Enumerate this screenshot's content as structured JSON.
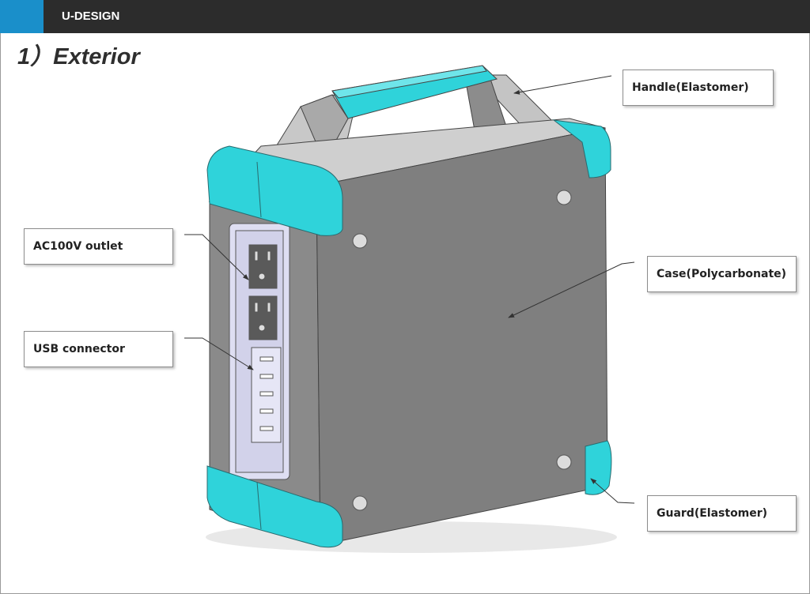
{
  "header": {
    "brand": "U-DESIGN"
  },
  "page_title": "1）Exterior",
  "callouts": {
    "handle": "Handle(Elastomer)",
    "ac_outlet": "AC100V outlet",
    "usb": "USB connector",
    "case": "Case(Polycarbonate)",
    "guard": "Guard(Elastomer)"
  },
  "colors": {
    "accent": "#1a8fca",
    "header": "#2c2c2c",
    "elastomer": "#2fd3da",
    "case": "#7f7f7f"
  }
}
